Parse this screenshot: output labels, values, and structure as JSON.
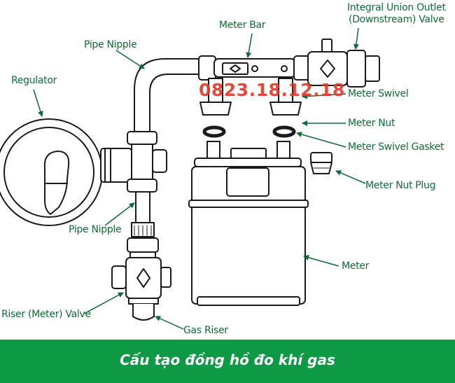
{
  "labels": {
    "meter_bar": "Meter Bar",
    "outlet_valve_line1": "Integral Union Outlet",
    "outlet_valve_line2": "(Downstream) Valve",
    "pipe_nipple_top": "Pipe Nipple",
    "regulator": "Regulator",
    "meter_swivel": "Meter Swivel",
    "meter_nut": "Meter Nut",
    "meter_swivel_gasket": "Meter Swivel Gasket",
    "meter_nut_plug": "Meter Nut Plug",
    "pipe_nipple_bottom": "Pipe Nipple",
    "meter": "Meter",
    "riser_valve": "Riser (Meter) Valve",
    "gas_riser": "Gas Riser"
  },
  "watermark": "0823.18.12.18",
  "banner": {
    "text": "Cấu tạo đồng hồ đo khí gas"
  },
  "colors": {
    "label": "#0f6b35",
    "banner": "#0e9a45",
    "watermark": "#e23a2c",
    "line": "#1a1a1a"
  }
}
